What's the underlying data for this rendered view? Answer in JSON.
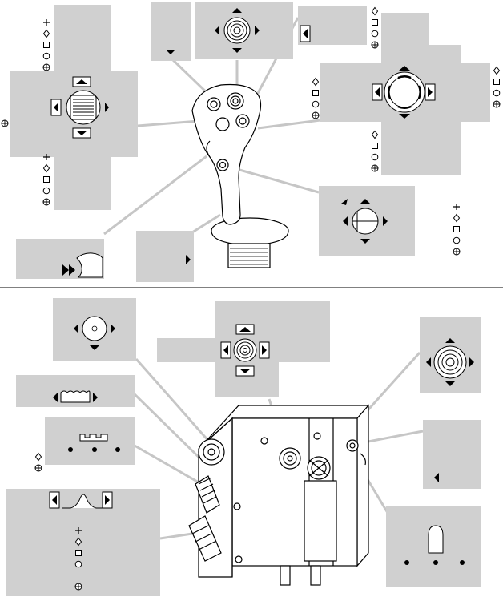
{
  "diagram": {
    "title": "",
    "section_labels": [],
    "mode_symbols": [
      "plus",
      "diamond",
      "square",
      "circle",
      "crosshair-circle"
    ],
    "colors": {
      "panel": "#d0d0d0",
      "leader": "#c6c6c6",
      "divider": "#000000",
      "ink": "#000000",
      "device": "#ffffff"
    },
    "upper_device": "joystick",
    "lower_device": "throttle"
  }
}
